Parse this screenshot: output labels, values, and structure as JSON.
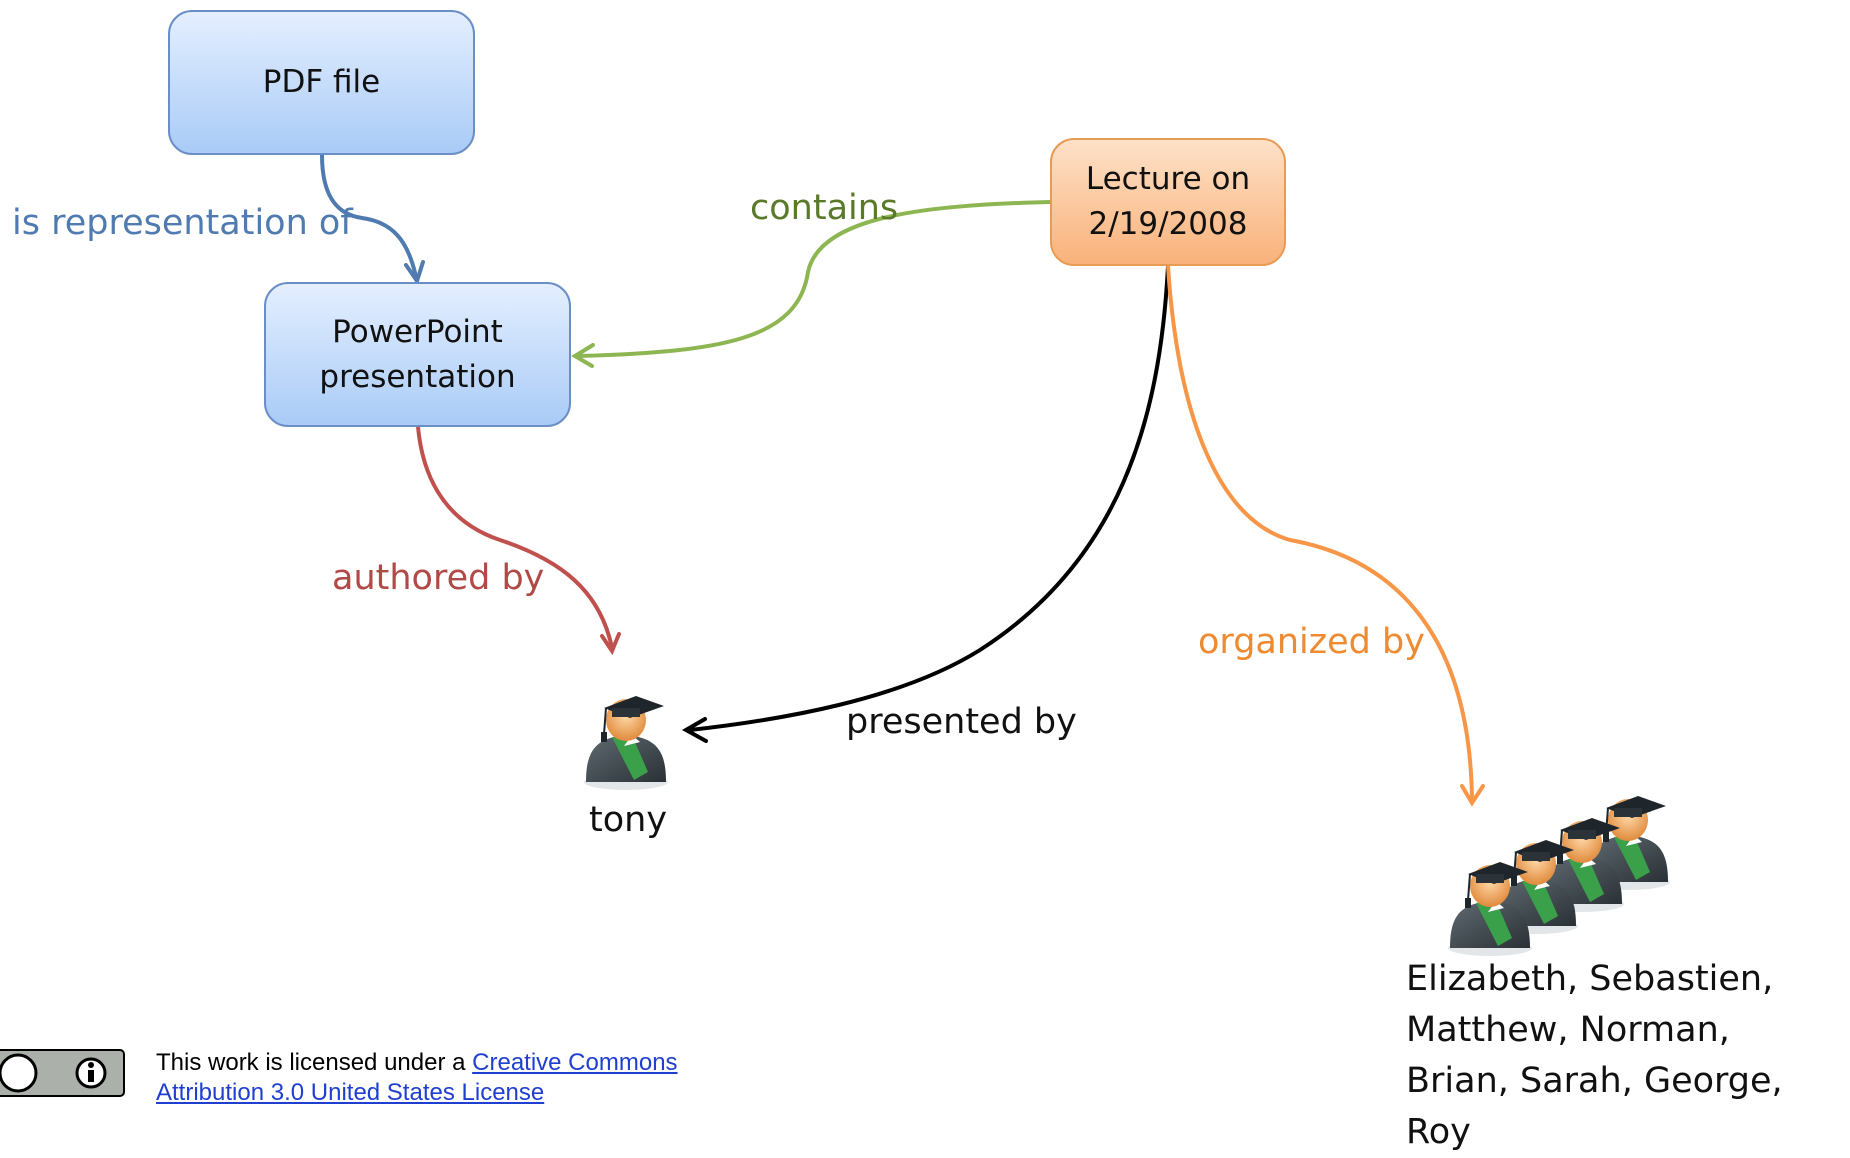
{
  "nodes": {
    "pdf": "PDF file",
    "powerpoint": "PowerPoint\npresentation",
    "lecture": "Lecture on\n2/19/2008"
  },
  "edges": {
    "is_representation_of": "is representation of",
    "contains": "contains",
    "authored_by": "authored by",
    "presented_by": "presented by",
    "organized_by": "organized by"
  },
  "people": {
    "tony": "tony",
    "organizers": "Elizabeth, Sebastien,\nMatthew, Norman,\nBrian, Sarah, George, Roy"
  },
  "license": {
    "prefix": "This work is licensed under a ",
    "link": "Creative Commons Attribution 3.0 United States License"
  },
  "colors": {
    "rep": "#4f7bb0",
    "contains": "#8db653",
    "authored": "#c0504d",
    "presented": "#000000",
    "organized": "#f79646"
  },
  "icons": [
    "graduate-icon",
    "graduate-group-icon",
    "cc-by-license-icon"
  ]
}
